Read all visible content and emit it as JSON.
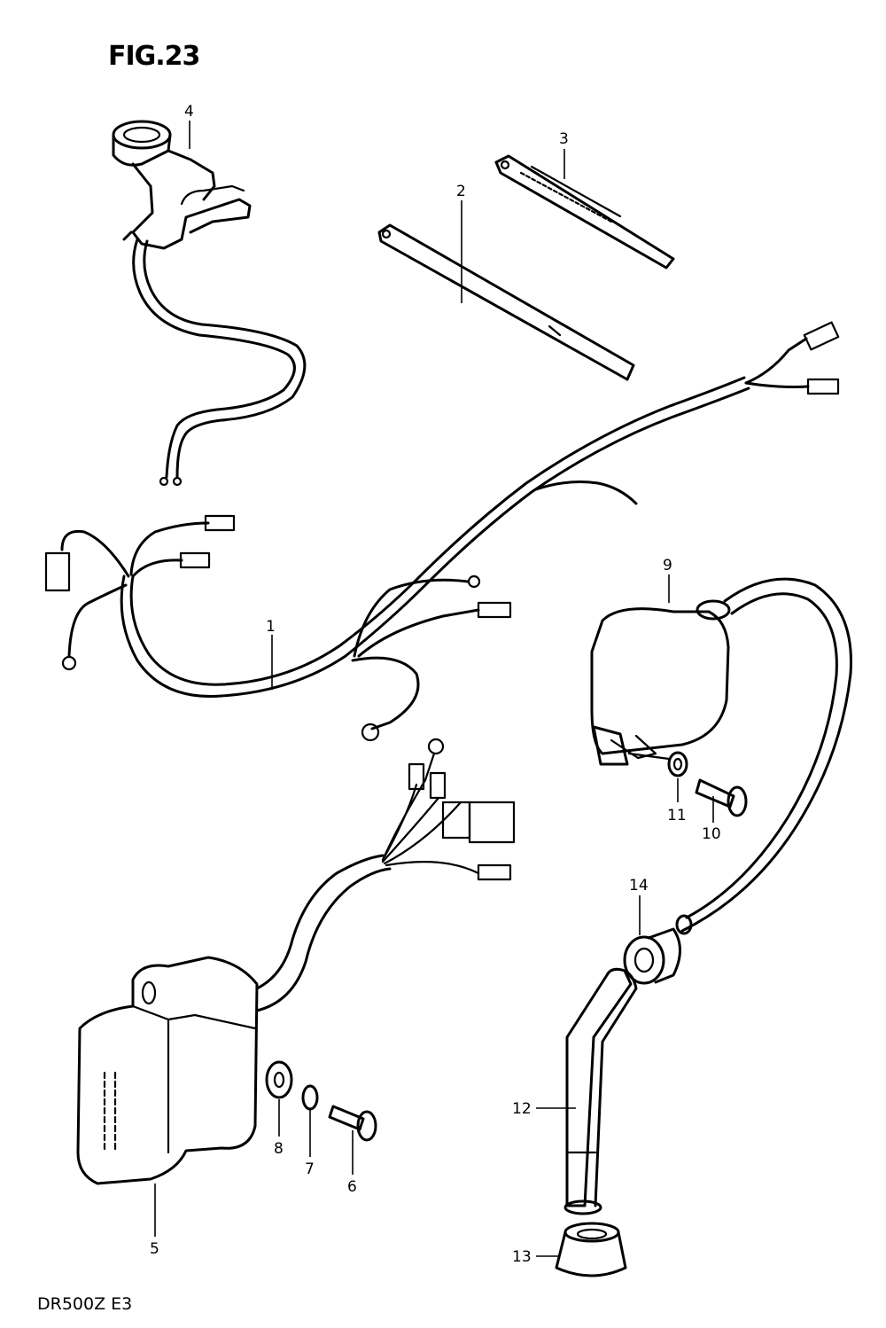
{
  "figure": {
    "title": "FIG.23",
    "footer": "DR500Z E3"
  },
  "callouts": [
    {
      "id": "c1",
      "num": "1"
    },
    {
      "id": "c2",
      "num": "2"
    },
    {
      "id": "c3",
      "num": "3"
    },
    {
      "id": "c4",
      "num": "4"
    },
    {
      "id": "c5",
      "num": "5"
    },
    {
      "id": "c6",
      "num": "6"
    },
    {
      "id": "c7",
      "num": "7"
    },
    {
      "id": "c8",
      "num": "8"
    },
    {
      "id": "c9",
      "num": "9"
    },
    {
      "id": "c10",
      "num": "10"
    },
    {
      "id": "c11",
      "num": "11"
    },
    {
      "id": "c12",
      "num": "12"
    },
    {
      "id": "c13",
      "num": "13"
    },
    {
      "id": "c14",
      "num": "14"
    }
  ]
}
